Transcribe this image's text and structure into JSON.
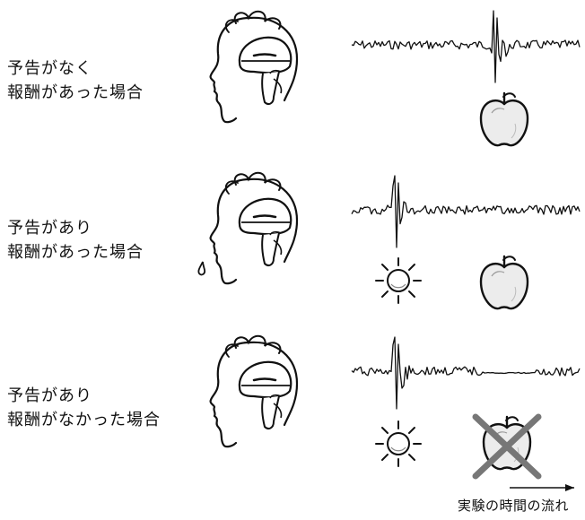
{
  "conditions": [
    {
      "line1": "予告がなく",
      "line2": "報酬があった場合",
      "cue": false,
      "reward": true,
      "spike": "at-reward"
    },
    {
      "line1": "予告があり",
      "line2": "報酬があった場合",
      "cue": true,
      "reward": true,
      "spike": "at-cue"
    },
    {
      "line1": "予告があり",
      "line2": "報酬がなかった場合",
      "cue": true,
      "reward": false,
      "spike": "at-cue-with-dip"
    }
  ],
  "time_axis_label": "実験の時間の流れ",
  "icons": [
    "head-with-brain-icon",
    "sun-icon",
    "apple-icon",
    "crossed-out-apple-icon",
    "time-arrow-icon"
  ]
}
